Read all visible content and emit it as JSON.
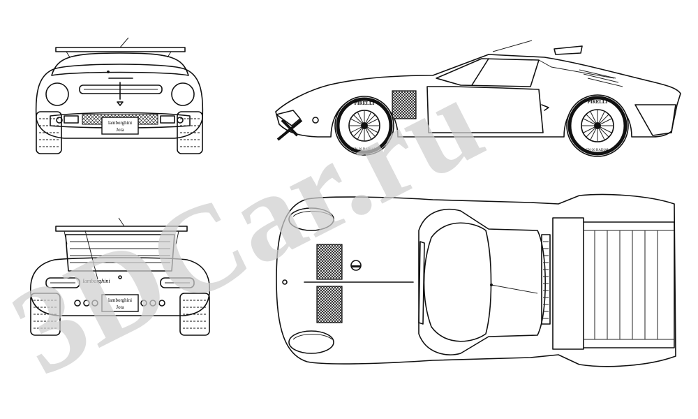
{
  "watermark": {
    "text": "3DCar.ru",
    "color": "#cccccc"
  },
  "front_view": {
    "plate_line1": "lamborghini",
    "plate_line2": "Jota"
  },
  "rear_view": {
    "script_badge": "lamborghini",
    "plate_line1": "lamborghini",
    "plate_line2": "Jota"
  },
  "side_view": {
    "tire_brand_front": "PIRELLI",
    "tire_brand_rear": "PIRELLI",
    "tire_sidewall": "CN-36 RADIAL"
  },
  "colors": {
    "line": "#111111",
    "background": "#ffffff"
  }
}
